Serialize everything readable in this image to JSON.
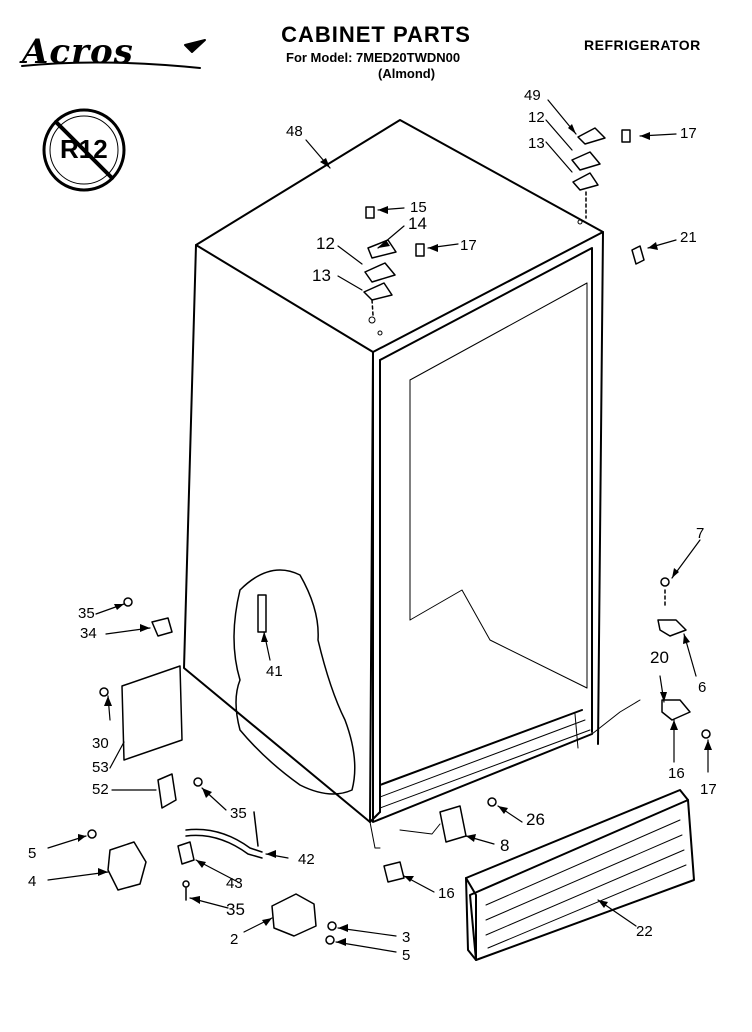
{
  "header": {
    "brand": "Acros",
    "title": "CABINET PARTS",
    "model_line": "For Model: 7MED20TWDN00",
    "color_line": "(Almond)",
    "category": "REFRIGERATOR"
  },
  "badge": {
    "text": "R12"
  },
  "callouts": {
    "c48": "48",
    "c49": "49",
    "c12a": "12",
    "c13a": "13",
    "c17a": "17",
    "c21": "21",
    "c15": "15",
    "c14": "14",
    "c12b": "12",
    "c17b": "17",
    "c13b": "13",
    "c7": "7",
    "c35a": "35",
    "c34": "34",
    "c41": "41",
    "c20": "20",
    "c6": "6",
    "c30": "30",
    "c53": "53",
    "c52": "52",
    "c35b": "35",
    "c16a": "16",
    "c17c": "17",
    "c26": "26",
    "c8": "8",
    "c5a": "5",
    "c42": "42",
    "c4": "4",
    "c43": "43",
    "c16b": "16",
    "c35c": "35",
    "c22": "22",
    "c2": "2",
    "c3": "3",
    "c5b": "5"
  }
}
